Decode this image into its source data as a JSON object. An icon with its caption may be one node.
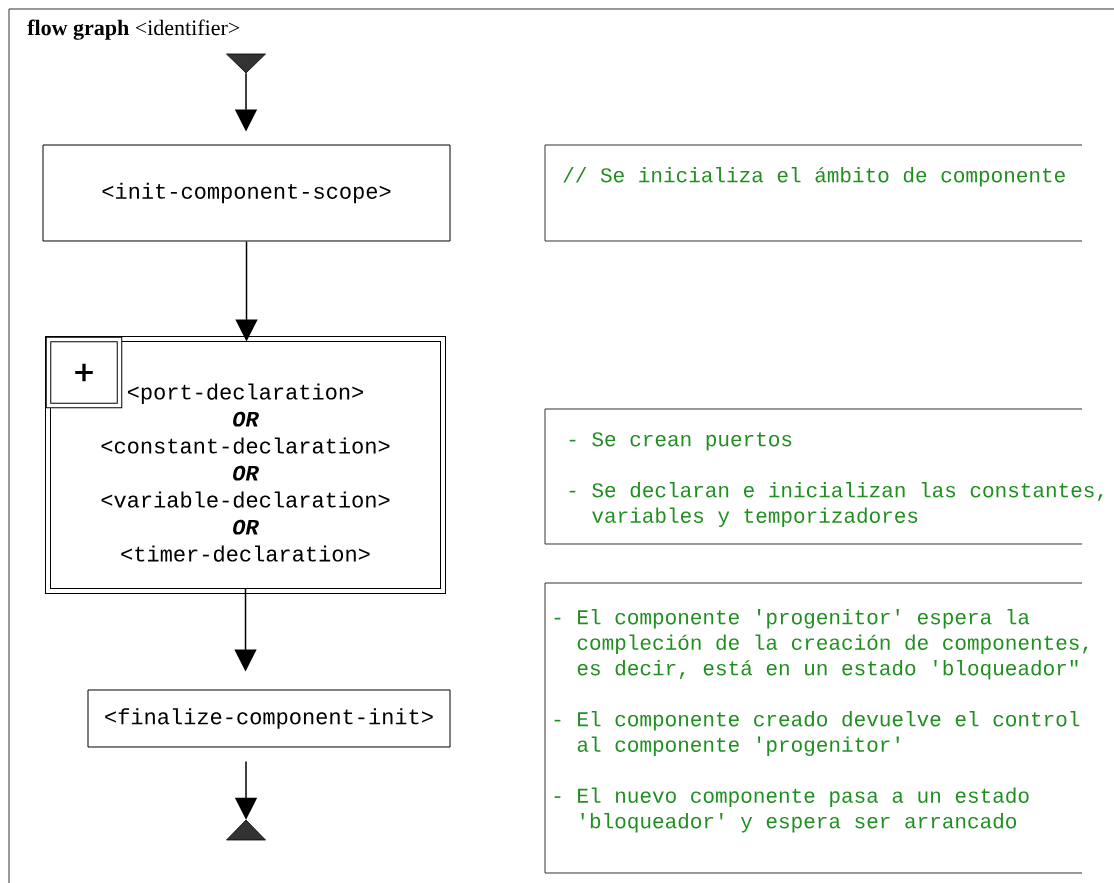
{
  "diagram": {
    "title": "**flow graph** <identifier>",
    "nodes": [
      {
        "text": [],
        "shape": "triangle"
      },
      {
        "text": [
          "<init-component-scope>"
        ]
      },
      {
        "text": [
          "<port-declaration>",
          "OR",
          "<constant-declaration>",
          "OR",
          "<variable-declaration>",
          "OR",
          "<timer-declaration>"
        ]
      },
      {
        "text": [
          "+"
        ],
        "in": 2
      },
      {
        "text": [
          "<finalize-component-init>"
        ]
      },
      {
        "text": [],
        "shape": "triangle"
      },
      {
        "text": [
          "// Se inicializa el ámbito de componente"
        ]
      },
      {
        "text": [
          "- Se crean puertos",
          "- Se declaran e inicializan las constantes, variables y temporizadores"
        ]
      },
      {
        "text": [
          "- El componente 'progenitor' espera la compleción de la creación de componentes, es decir, está en un estado 'bloqueador\"",
          "- El componente creado devuelve el control al componente 'progenitor'",
          "- El nuevo componente pasa a un estado 'bloqueador' y espera ser arrancado"
        ]
      }
    ],
    "edges": [
      {
        "from": 0,
        "to": 1,
        "arrow": "to"
      },
      {
        "from": 1,
        "to": 2,
        "arrow": "to"
      },
      {
        "from": 2,
        "to": 4,
        "arrow": "to"
      },
      {
        "from": 4,
        "to": 5,
        "arrow": "to"
      }
    ]
  }
}
